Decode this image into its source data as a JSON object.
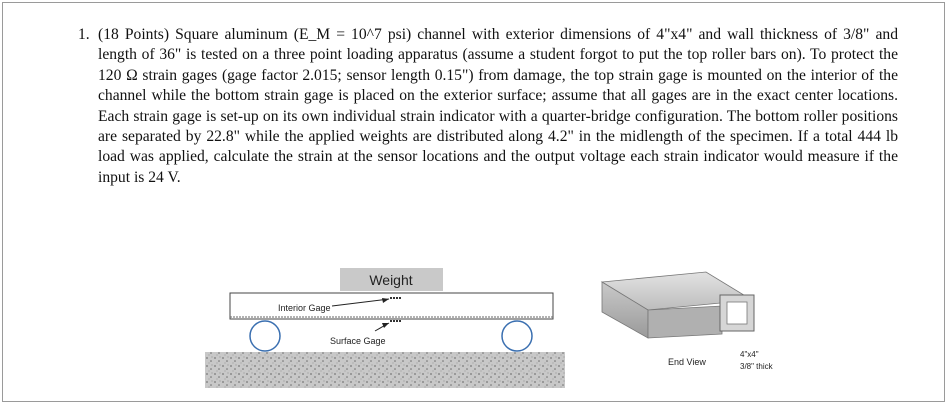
{
  "problem": {
    "number": "1.",
    "text": "(18 Points) Square aluminum (E_M = 10^7 psi) channel with exterior dimensions of 4\"x4\" and wall thickness of 3/8\" and length of 36\" is tested on a three point loading apparatus (assume a student forgot to put the top roller bars on). To protect the 120 Ω strain gages (gage factor 2.015; sensor length 0.15\") from damage, the top strain gage is mounted on the interior of the channel while the bottom strain gage is placed on the exterior surface; assume that all gages are in the exact center locations. Each strain gage is set-up on its own individual strain indicator with a quarter-bridge configuration. The bottom roller positions are separated by 22.8\" while the applied weights are distributed along 4.2\" in the midlength of the specimen. If a total 444 lb load was applied, calculate the strain at the sensor locations and the output voltage each strain indicator would measure if the input is 24 V."
  },
  "figure_left": {
    "weight_label": "Weight",
    "interior_gage_label": "Interior Gage",
    "surface_gage_label": "Surface Gage"
  },
  "figure_right": {
    "end_view_label": "End View",
    "dims_label": "4\"x4\"",
    "thick_label": "3/8\" thick"
  }
}
